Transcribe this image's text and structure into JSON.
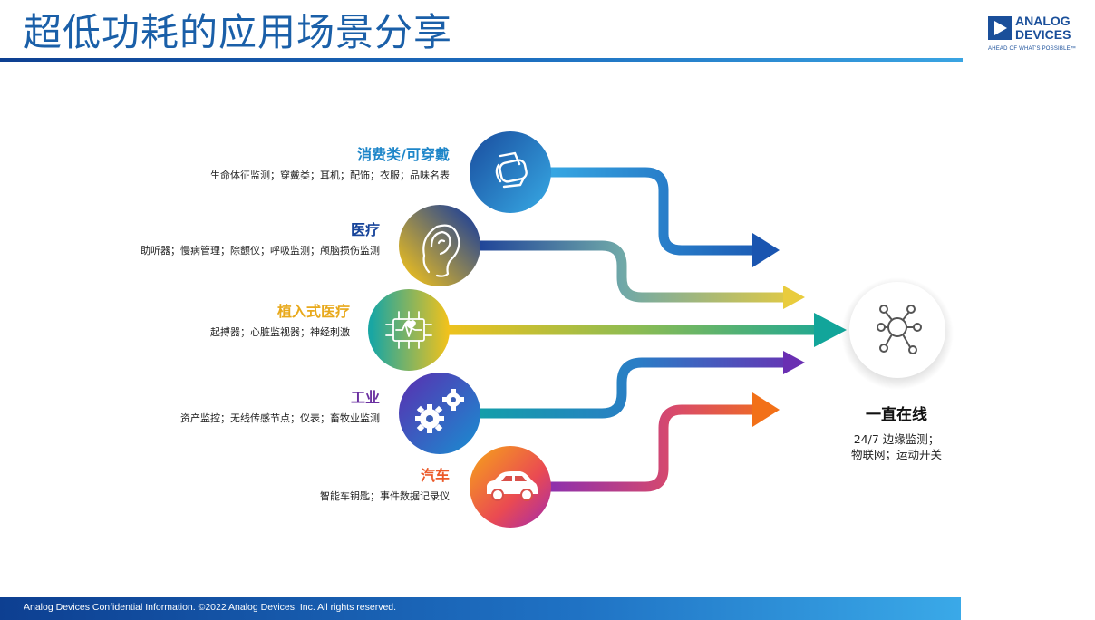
{
  "title": "超低功耗的应用场景分享",
  "logo": {
    "name": "ANALOG\nDEVICES",
    "tagline": "AHEAD OF WHAT'S POSSIBLE™"
  },
  "categories": [
    {
      "title": "消费类/可穿戴",
      "desc": "生命体征监测；穿戴类；耳机；配饰；衣服；品味名表",
      "color": "#1e86c9",
      "icon": "smartwatch-icon"
    },
    {
      "title": "医疗",
      "desc": "助听器；慢病管理；除颤仪；呼吸监测；颅脑损伤监测",
      "color": "#17449a",
      "icon": "ear-icon"
    },
    {
      "title": "植入式医疗",
      "desc": "起搏器；心脏监视器；神经刺激",
      "color": "#e8a91c",
      "icon": "heart-chip-icon"
    },
    {
      "title": "工业",
      "desc": "资产监控；无线传感节点；仪表；畜牧业监测",
      "color": "#6a2fa0",
      "icon": "gears-icon"
    },
    {
      "title": "汽车",
      "desc": "智能车钥匙；事件数据记录仪",
      "color": "#ec5a2a",
      "icon": "car-icon"
    }
  ],
  "always_on": {
    "title": "一直在线",
    "desc_line1": "24/7 边缘监测；",
    "desc_line2": "物联网；运动开关",
    "icon": "network-hub-icon"
  },
  "footer": "Analog Devices Confidential Information. ©2022 Analog Devices, Inc. All rights reserved."
}
